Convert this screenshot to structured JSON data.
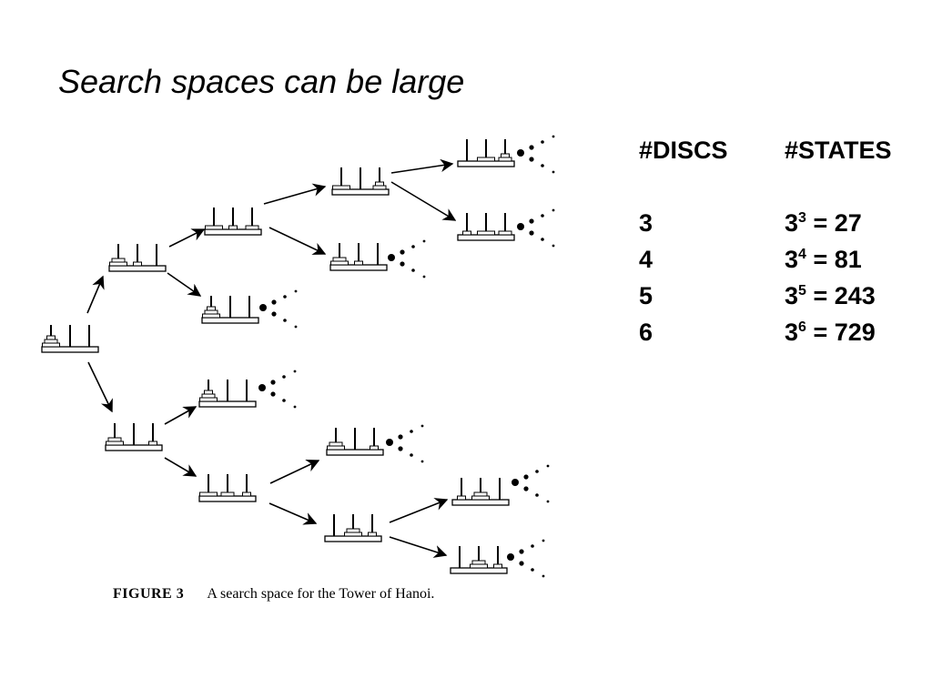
{
  "title": "Search spaces can be large",
  "figure": {
    "caption_label": "FIGURE 3",
    "caption_text": "A search space for the Tower of Hanoi."
  },
  "table": {
    "headers": [
      "#DISCS",
      "#STATES"
    ],
    "rows": [
      {
        "discs": "3",
        "base": "3",
        "exponent": "3",
        "result": "= 27"
      },
      {
        "discs": "4",
        "base": "3",
        "exponent": "4",
        "result": "= 81"
      },
      {
        "discs": "5",
        "base": "3",
        "exponent": "5",
        "result": "= 243"
      },
      {
        "discs": "6",
        "base": "3",
        "exponent": "6",
        "result": "= 729"
      }
    ]
  }
}
